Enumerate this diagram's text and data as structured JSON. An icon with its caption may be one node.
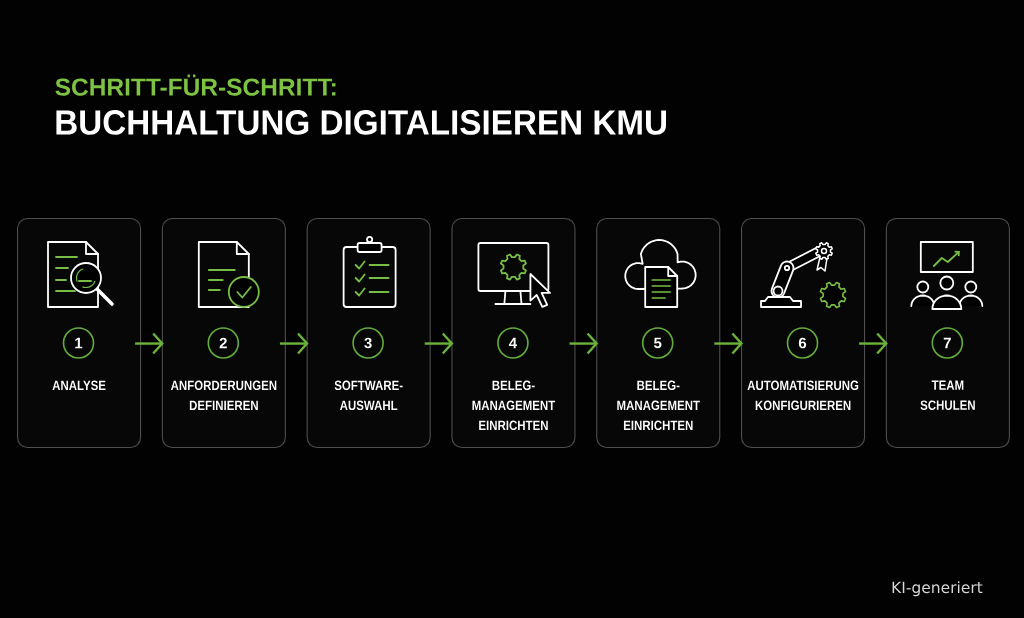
{
  "diagram": {
    "title": "BUCHHALTUNG DIGITALISIEREN KMU",
    "nodes": [
      {
        "text": [
          "ANALYSE"
        ]
      },
      {
        "text": [
          "1"
        ],
        "in": 0
      },
      {
        "text": [
          "ANFORDERUNGEN DEFINIEREN"
        ]
      },
      {
        "text": [
          "2"
        ],
        "in": 2
      },
      {
        "text": [
          "SOFTWARE- AUSWAHL"
        ]
      },
      {
        "text": [
          "3"
        ],
        "in": 4
      },
      {
        "text": [
          "BELEG- MANAGEMENT EINRICHTEN"
        ]
      },
      {
        "text": [
          "4"
        ],
        "in": 6
      },
      {
        "text": [
          "BELEG- MANAGEMENT EINRICHTEN"
        ]
      },
      {
        "text": [
          "5"
        ],
        "in": 8
      },
      {
        "text": [
          "AUTOMATISIERUNG KONFIGURIEREN"
        ]
      },
      {
        "text": [
          "6"
        ],
        "in": 10
      },
      {
        "text": [
          "TEAM SCHULEN"
        ]
      },
      {
        "text": [
          "7"
        ],
        "in": 12
      }
    ],
    "edges": [
      {
        "from": 0,
        "to": 2,
        "arrow": "to"
      },
      {
        "from": 2,
        "to": 4,
        "arrow": "to"
      },
      {
        "from": 4,
        "to": 6,
        "arrow": "to"
      },
      {
        "from": 6,
        "to": 8,
        "arrow": "to"
      },
      {
        "from": 8,
        "to": 10,
        "arrow": "to"
      },
      {
        "from": 10,
        "to": 12,
        "arrow": "to"
      }
    ],
    "labels": [
      "SCHRITT-FÜR-SCHRITT:",
      "KI-generiert"
    ]
  }
}
